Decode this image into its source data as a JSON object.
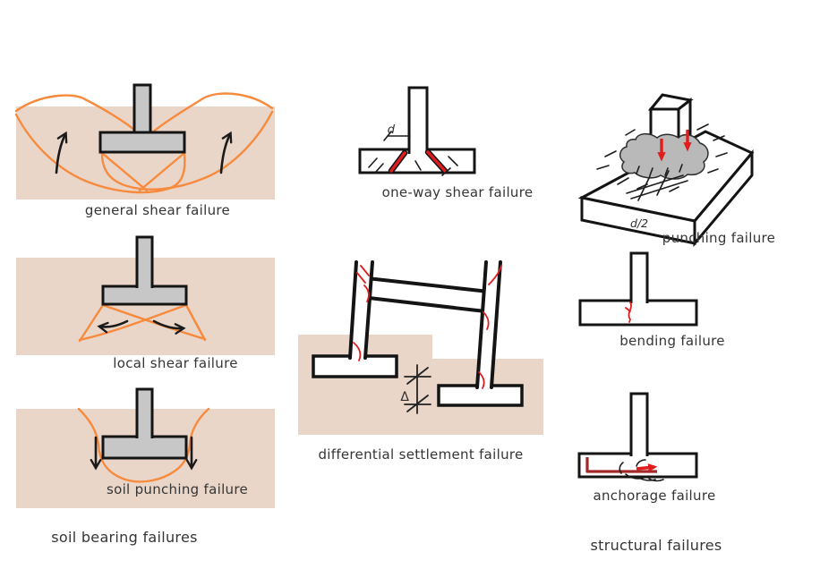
{
  "page": {
    "background": "#ffffff"
  },
  "colors": {
    "soil": "#ead6c9",
    "failure_line_orange": "#f78a3d",
    "foundation_gray": "#c7c7c7",
    "outline_black": "#141414",
    "crack_red": "#e01d1d",
    "rebar_dark_red": "#a32828",
    "caption_text": "#353535"
  },
  "captions": {
    "general_shear": "general shear failure",
    "local_shear": "local shear failure",
    "soil_punching": "soil punching failure",
    "soil_bearing_group": "soil bearing failures",
    "one_way_shear": "one-way shear failure",
    "differential_settlement": "differential settlement failure",
    "punching": "punching failure",
    "bending": "bending failure",
    "anchorage": "anchorage failure",
    "structural_group": "structural failures"
  },
  "labels": {
    "effective_depth": "d",
    "half_depth": "d/2",
    "settlement_delta": "Δ"
  }
}
